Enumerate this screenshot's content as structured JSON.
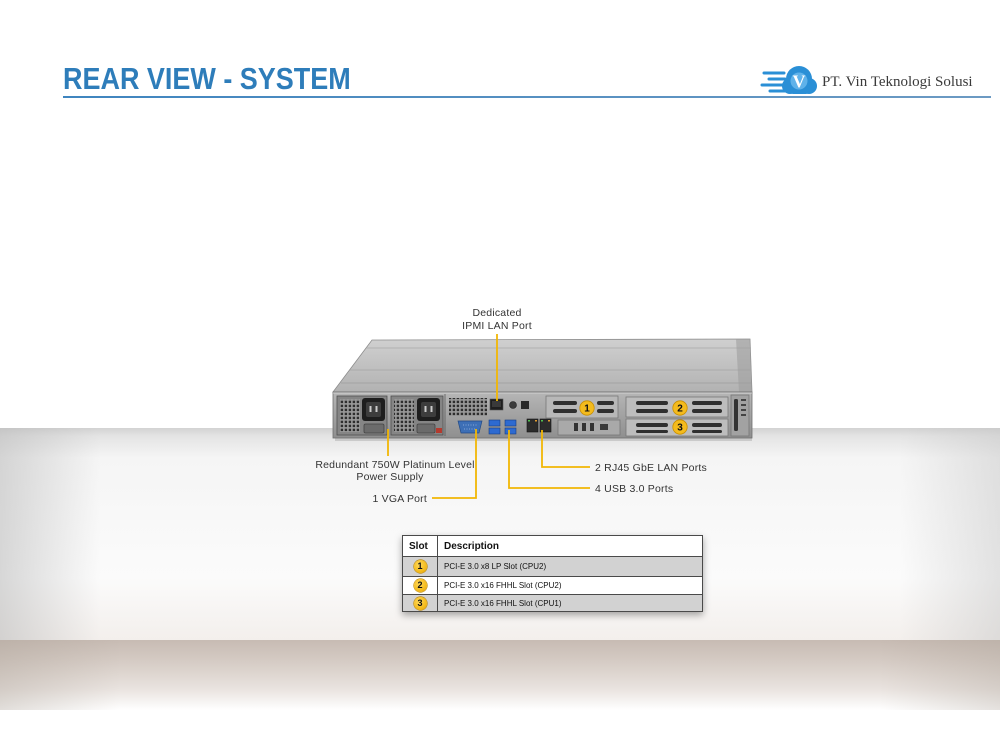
{
  "header": {
    "title": "REAR VIEW - SYSTEM",
    "company": "PT. Vin Teknologi Solusi",
    "logo_letter": "V",
    "logo_icon": "cloud-speed-logo-icon"
  },
  "colors": {
    "title": "#2e7dba",
    "accent_line": "#f2b705",
    "badge": "#f4bb1d",
    "table_row_shade": "#d2d2d2"
  },
  "server": {
    "badges": [
      "1",
      "2",
      "3"
    ]
  },
  "callouts": {
    "ipmi": {
      "line1": "Dedicated",
      "line2": "IPMI LAN Port"
    },
    "psu": {
      "line1": "Redundant 750W Platinum Level",
      "line2": "Power Supply"
    },
    "vga": "1 VGA Port",
    "lan": "2 RJ45 GbE LAN Ports",
    "usb": "4 USB 3.0 Ports"
  },
  "slot_table": {
    "headers": {
      "slot": "Slot",
      "description": "Description"
    },
    "rows": [
      {
        "slot": "1",
        "description": "PCI-E 3.0 x8 LP Slot (CPU2)"
      },
      {
        "slot": "2",
        "description": "PCI-E 3.0 x16 FHHL Slot (CPU2)"
      },
      {
        "slot": "3",
        "description": "PCI-E 3.0 x16 FHHL Slot (CPU1)"
      }
    ]
  }
}
